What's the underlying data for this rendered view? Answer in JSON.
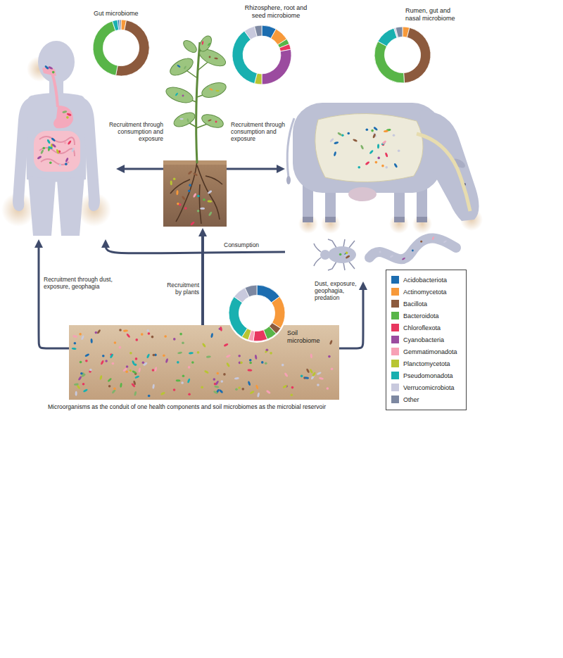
{
  "diagram": {
    "caption": "Microorganisms as the conduit of one health components and soil microbiomes as the microbial reservoir",
    "nodes": [
      {
        "text": [
          "Gut microbiome"
        ]
      },
      {
        "text": [
          "Rhizosphere, root and seed microbiome"
        ]
      },
      {
        "text": [
          "Rumen, gut and nasal microbiome"
        ]
      },
      {
        "text": [
          "Soil microbiome"
        ]
      }
    ],
    "edges": [
      {
        "from": 1,
        "to": 0,
        "arrow": "to",
        "label": "Recruitment through consumption and exposure"
      },
      {
        "from": 1,
        "to": 2,
        "arrow": "to",
        "label": "Recruitment through consumption and exposure"
      },
      {
        "from": 2,
        "to": 0,
        "arrow": "to",
        "label": "Consumption"
      },
      {
        "from": 3,
        "to": 0,
        "arrow": "to",
        "label": "Recruitment through dust, exposure, geophagia"
      },
      {
        "from": 3,
        "to": 1,
        "arrow": "to",
        "label": "Recruitment by plants"
      },
      {
        "from": 3,
        "to": 2,
        "arrow": "to",
        "label": "Dust, exposure, geophagia, predation"
      }
    ],
    "legend": [
      {
        "text": "Acidobacteriota",
        "color": "#1c6db0"
      },
      {
        "text": "Actinomycetota",
        "color": "#f7993a"
      },
      {
        "text": "Bacillota",
        "color": "#8c5a3d"
      },
      {
        "text": "Bacteroidota",
        "color": "#58b548"
      },
      {
        "text": "Chloroflexota",
        "color": "#e8375f"
      },
      {
        "text": "Cyanobacteria",
        "color": "#9b4b9f"
      },
      {
        "text": "Gemmatimonadota",
        "color": "#f7a1b5"
      },
      {
        "text": "Planctomycetota",
        "color": "#b8c532"
      },
      {
        "text": "Pseudomonadota",
        "color": "#19b0b0"
      },
      {
        "text": "Verrucomicrobiota",
        "color": "#c8c9dd"
      },
      {
        "text": "Other",
        "color": "#7d88a1"
      }
    ]
  }
}
